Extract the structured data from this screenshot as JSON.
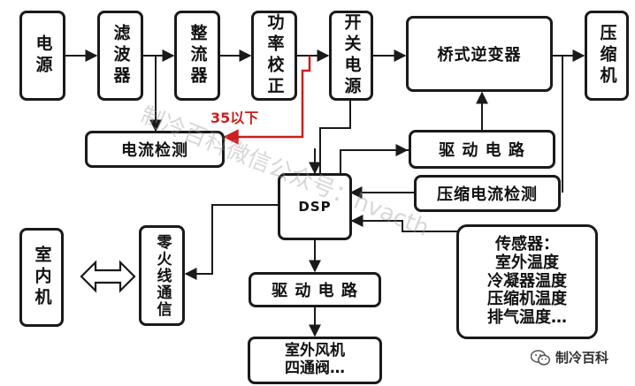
{
  "colors": {
    "stroke": "#1a1a1a",
    "red_path": "#cc1f1f"
  },
  "blocks": {
    "power": "电源",
    "filter": "滤波器",
    "rectifier": "整流器",
    "pfc": "功率校正",
    "switch_power": "开关电源",
    "inverter": "桥式逆变器",
    "compressor": "压缩机",
    "current_detect": "电流检测",
    "drive_top": "驱 动 电 路",
    "dsp": "DSP",
    "comp_current": "压缩电流检测",
    "indoor": "室内机",
    "zero_fire": "零火线通信",
    "drive_bottom": "驱 动 电 路",
    "sensors": [
      "传感器：",
      "室外温度",
      "冷凝器温度",
      "压缩机温度",
      "排气温度…"
    ],
    "outdoor_fan": [
      "室外风机",
      "四通阀…"
    ]
  },
  "red_label": "35以下",
  "watermark": "制冷百科微信公众号：hvacth",
  "logo_text": "制冷百科"
}
